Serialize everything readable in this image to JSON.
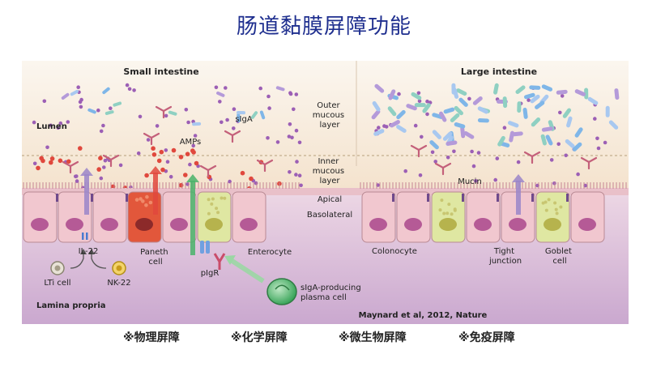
{
  "title": "肠道黏膜屏障功能",
  "figure": {
    "small_intestine": "Small intestine",
    "large_intestine": "Large intestine",
    "lumen": "Lumen",
    "outer_mucous": [
      "Outer",
      "mucous",
      "layer"
    ],
    "inner_mucous": [
      "Inner",
      "mucous",
      "layer"
    ],
    "apical": "Apical",
    "basolateral": "Basolateral",
    "siga": "sIgA",
    "amps": "AMPs",
    "mucin": "Mucin",
    "il22": "IL-22",
    "lti_cell": "LTi cell",
    "nk22": "NK-22",
    "paneth": [
      "Paneth",
      "cell"
    ],
    "enterocyte": "Enterocyte",
    "pigr": "pIgR",
    "plasma": [
      "sIgA-producing",
      "plasma cell"
    ],
    "colonocyte": "Colonocyte",
    "tight_junction": [
      "Tight",
      "junction"
    ],
    "goblet": [
      "Goblet",
      "cell"
    ],
    "lamina_propria": "Lamina propria",
    "citation": "Maynard et al, 2012, Nature"
  },
  "footer": [
    "※物理屏障",
    "※化学屏障",
    "※微生物屏障",
    "※免疫屏障"
  ],
  "colors": {
    "title": "#1f2f8f",
    "cell_pink": "#f1c7cf",
    "paneth_red": "#e2573b",
    "goblet_yellow": "#dfe7a2",
    "nucleus": "#b55a96"
  }
}
